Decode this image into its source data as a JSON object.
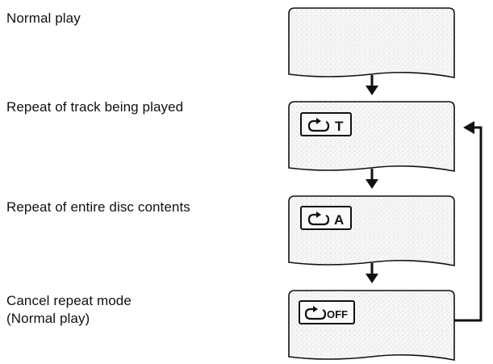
{
  "steps": [
    {
      "label": "Normal play",
      "badge_text": ""
    },
    {
      "label": "Repeat of track being played",
      "badge_text": "T"
    },
    {
      "label": "Repeat of entire disc contents",
      "badge_text": "A"
    },
    {
      "label": "Cancel repeat mode",
      "label_line2": "(Normal play)",
      "badge_text": "OFF"
    }
  ],
  "icons": {
    "repeat": "repeat-icon",
    "arrow": "arrow-down-icon"
  }
}
